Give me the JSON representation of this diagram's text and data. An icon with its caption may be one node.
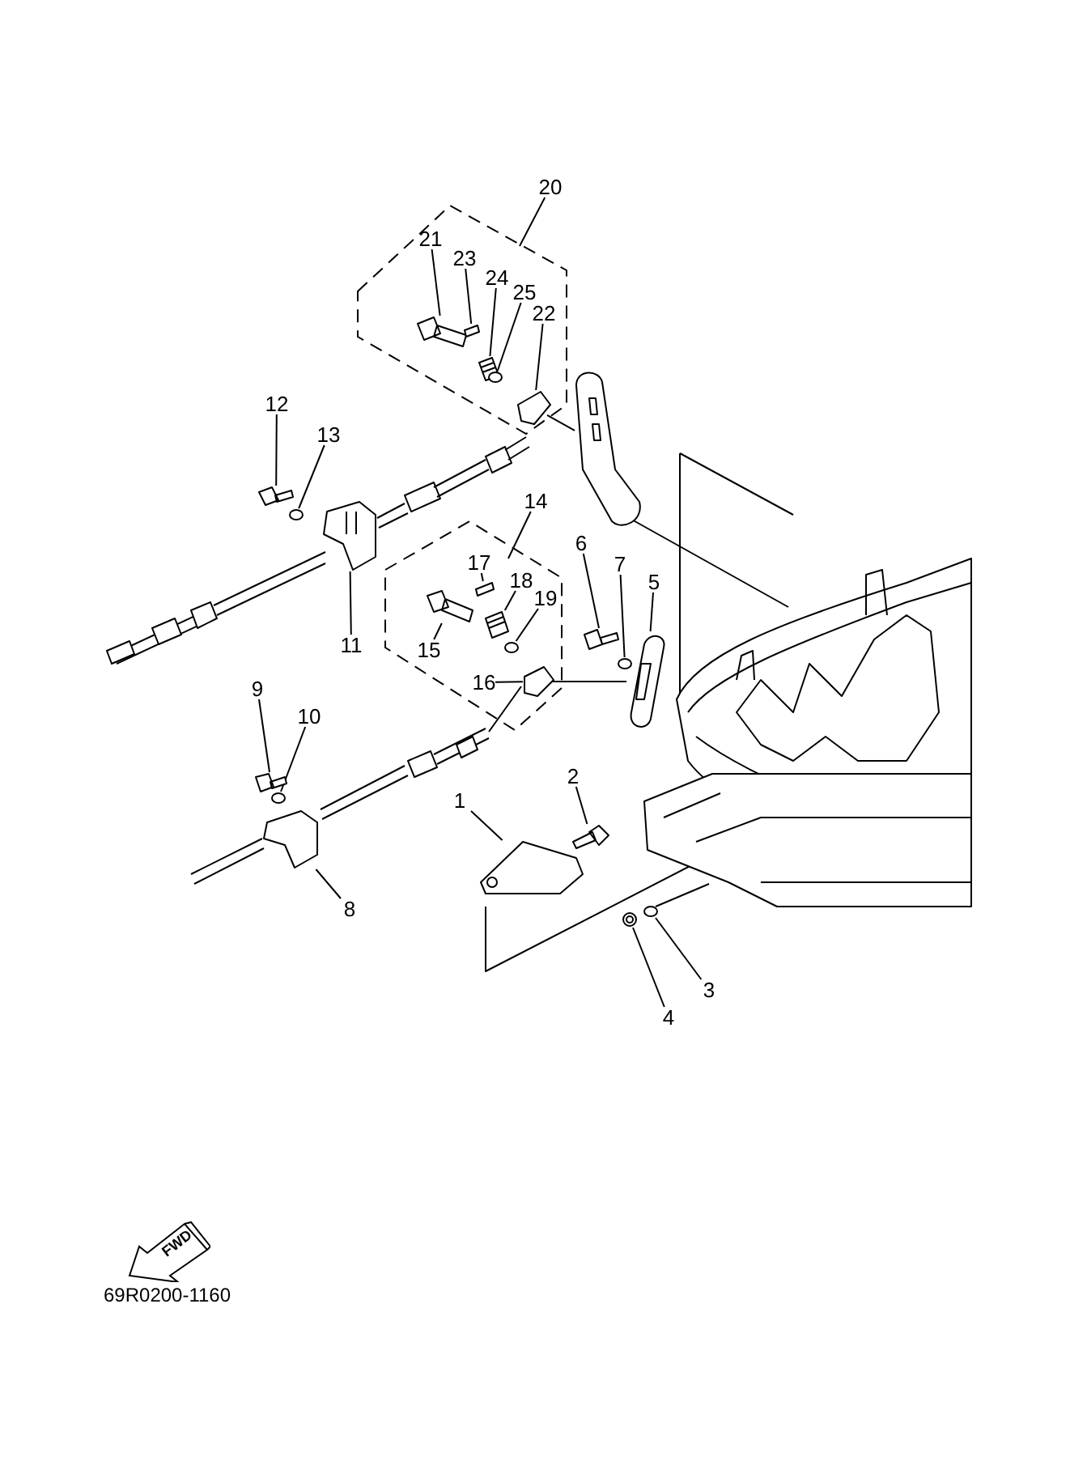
{
  "diagram": {
    "nodes": [
      {
        "text": [
          "20"
        ]
      },
      {
        "text": [],
        "shape": "hexagon"
      },
      {
        "text": [
          "21"
        ],
        "in": 1
      },
      {
        "text": [
          "23"
        ],
        "in": 1
      },
      {
        "text": [
          "24"
        ],
        "in": 1
      },
      {
        "text": [
          "25"
        ],
        "in": 1
      },
      {
        "text": [
          "22"
        ],
        "in": 1
      },
      {
        "text": [
          "12"
        ]
      },
      {
        "text": [
          "13"
        ]
      },
      {
        "text": [
          "14"
        ]
      },
      {
        "text": [],
        "shape": "hexagon"
      },
      {
        "text": [
          "17"
        ],
        "in": 10
      },
      {
        "text": [
          "18"
        ],
        "in": 10
      },
      {
        "text": [
          "19"
        ],
        "in": 10
      },
      {
        "text": [
          "15"
        ],
        "in": 10
      },
      {
        "text": [
          "16"
        ],
        "in": 10
      },
      {
        "text": [
          "6"
        ]
      },
      {
        "text": [
          "7"
        ]
      },
      {
        "text": [
          "5"
        ]
      },
      {
        "text": [
          "11"
        ]
      },
      {
        "text": [
          "9"
        ]
      },
      {
        "text": [
          "10"
        ]
      },
      {
        "text": [
          "2"
        ]
      },
      {
        "text": [
          "1"
        ]
      },
      {
        "text": [
          "8"
        ]
      },
      {
        "text": [
          "3"
        ]
      },
      {
        "text": [
          "4"
        ]
      },
      {
        "text": [],
        "shape": "picture",
        "in": 1
      },
      {
        "text": [],
        "shape": "box",
        "in": 1
      },
      {
        "text": [],
        "shape": "picture",
        "in": 1
      },
      {
        "text": [],
        "shape": "circle",
        "in": 1
      },
      {
        "text": [],
        "shape": "picture",
        "in": 1
      },
      {
        "text": [],
        "shape": "picture"
      },
      {
        "text": [],
        "shape": "circle"
      },
      {
        "text": [],
        "shape": "box",
        "in": 10
      },
      {
        "text": [],
        "shape": "picture",
        "in": 10
      },
      {
        "text": [],
        "shape": "circle",
        "in": 10
      },
      {
        "text": [],
        "shape": "picture",
        "in": 10
      },
      {
        "text": [],
        "shape": "picture",
        "in": 10
      },
      {
        "text": [],
        "shape": "picture"
      },
      {
        "text": [],
        "shape": "circle"
      },
      {
        "text": [],
        "shape": "picture"
      },
      {
        "text": [],
        "shape": "picture"
      },
      {
        "text": [],
        "shape": "picture"
      },
      {
        "text": [],
        "shape": "circle"
      },
      {
        "text": [],
        "shape": "picture"
      },
      {
        "text": [],
        "shape": "picture"
      },
      {
        "text": [],
        "shape": "picture"
      },
      {
        "text": [],
        "shape": "circle"
      },
      {
        "text": [],
        "shape": "circle"
      },
      {
        "text": [],
        "shape": "picture"
      },
      {
        "text": [],
        "shape": "picture"
      }
    ],
    "edges": [
      {
        "from": 0,
        "to": 1,
        "arrow": "none"
      },
      {
        "from": 2,
        "to": 27,
        "arrow": "none"
      },
      {
        "from": 3,
        "to": 28,
        "arrow": "none"
      },
      {
        "from": 4,
        "to": 29,
        "arrow": "none"
      },
      {
        "from": 5,
        "to": 30,
        "arrow": "none"
      },
      {
        "from": 6,
        "to": 31,
        "arrow": "none"
      },
      {
        "from": 7,
        "to": 32,
        "arrow": "none"
      },
      {
        "from": 8,
        "to": 33,
        "arrow": "none"
      },
      {
        "from": 9,
        "to": 10,
        "arrow": "none"
      },
      {
        "from": 11,
        "to": 34,
        "arrow": "none"
      },
      {
        "from": 12,
        "to": 35,
        "arrow": "none"
      },
      {
        "from": 13,
        "to": 36,
        "arrow": "none"
      },
      {
        "from": 14,
        "to": 37,
        "arrow": "none"
      },
      {
        "from": 15,
        "to": 38,
        "arrow": "none"
      },
      {
        "from": 16,
        "to": 39,
        "arrow": "none"
      },
      {
        "from": 17,
        "to": 40,
        "arrow": "none"
      },
      {
        "from": 18,
        "to": 41,
        "arrow": "none"
      },
      {
        "from": 19,
        "to": 42,
        "arrow": "none"
      },
      {
        "from": 20,
        "to": 43,
        "arrow": "none"
      },
      {
        "from": 21,
        "to": 44,
        "arrow": "none"
      },
      {
        "from": 22,
        "to": 45,
        "arrow": "none"
      },
      {
        "from": 23,
        "to": 46,
        "arrow": "none"
      },
      {
        "from": 24,
        "to": 47,
        "arrow": "none"
      },
      {
        "from": 25,
        "to": 48,
        "arrow": "none"
      },
      {
        "from": 26,
        "to": 49,
        "arrow": "none"
      },
      {
        "from": 38,
        "to": 41,
        "arrow": "none"
      },
      {
        "from": 31,
        "to": 50,
        "arrow": "none"
      }
    ],
    "labels": [
      "FWD",
      "69R0200-1160"
    ]
  }
}
